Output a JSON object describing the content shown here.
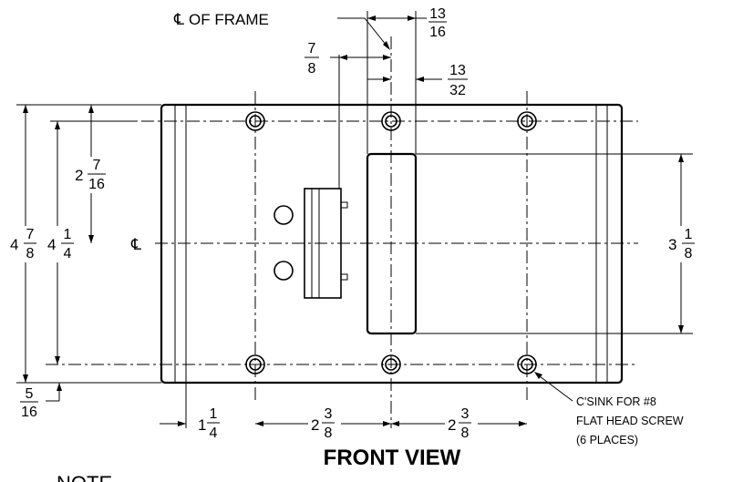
{
  "drawing": {
    "title": "FRONT VIEW",
    "note_heading": "NOTE",
    "cl_of_frame": "OF FRAME",
    "cl_symbol": "℄"
  },
  "dims": {
    "top_13_16": {
      "num": "13",
      "den": "16"
    },
    "top_7_8": {
      "num": "7",
      "den": "8"
    },
    "top_13_32": {
      "num": "13",
      "den": "32"
    },
    "left_2_7_16": {
      "whole": "2",
      "num": "7",
      "den": "16"
    },
    "left_4_7_8": {
      "whole": "4",
      "num": "7",
      "den": "8"
    },
    "left_4_1_4": {
      "whole": "4",
      "num": "1",
      "den": "4"
    },
    "right_3_1_8": {
      "whole": "3",
      "num": "1",
      "den": "8"
    },
    "bot_5_16": {
      "num": "5",
      "den": "16"
    },
    "bot_1_1_4": {
      "whole": "1",
      "num": "1",
      "den": "4"
    },
    "bot_2_3_8_a": {
      "whole": "2",
      "num": "3",
      "den": "8"
    },
    "bot_2_3_8_b": {
      "whole": "2",
      "num": "3",
      "den": "8"
    }
  },
  "callout": {
    "line1": "C'SINK FOR #8",
    "line2": "FLAT HEAD SCREW",
    "line3": "(6 PLACES)"
  }
}
